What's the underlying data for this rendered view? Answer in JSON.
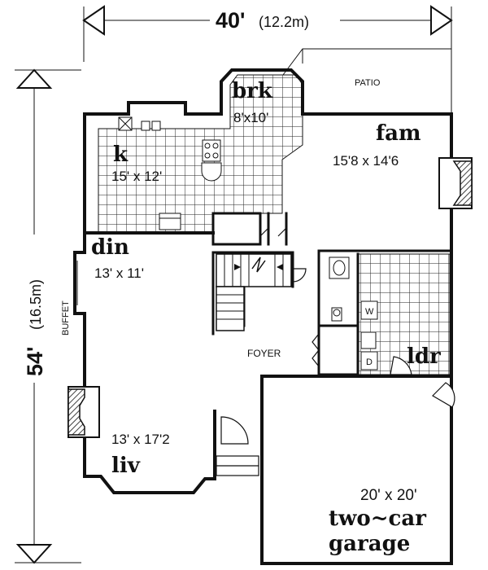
{
  "dimensions": {
    "width": {
      "feet": "40'",
      "metric": "(12.2m)"
    },
    "depth": {
      "feet": "54'",
      "metric": "(16.5m)"
    }
  },
  "labels": {
    "patio": "PATIO",
    "buffet": "BUFFET",
    "foyer": "FOYER",
    "washer": "W",
    "dryer": "D"
  },
  "rooms": {
    "breakfast": {
      "name": "brk",
      "size": "8'x10'"
    },
    "kitchen": {
      "name": "k",
      "size": "15' x 12'"
    },
    "family": {
      "name": "fam",
      "size": "15'8 x 14'6"
    },
    "dining": {
      "name": "din",
      "size": "13' x 11'"
    },
    "laundry": {
      "name": "ldr"
    },
    "living": {
      "name": "liv",
      "size": "13' x 17'2"
    },
    "garage": {
      "name": "two~car",
      "name2": "garage",
      "size": "20' x 20'"
    }
  }
}
